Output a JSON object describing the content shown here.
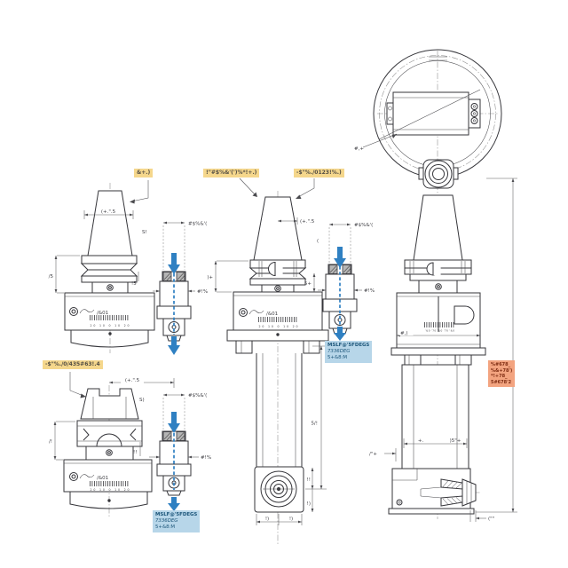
{
  "labels": {
    "view_a_callout": "&+.)",
    "view_b_callout_left": "!\"#$%&'(')%*!+.)",
    "view_b_callout_right": "-$\"%./0123!%.)",
    "view_d_callout": "-$\"%./0/435#63!.4",
    "detail_label": "#,+"
  },
  "notes": {
    "coolant": {
      "l1": "MSLF@'5FDEGS",
      "l2": "7336DEG",
      "l3": "5+&8:M"
    },
    "range": {
      "l1": "%#678_",
      "l2": "%&+78')",
      "l3": "*!+78_",
      "l4": "5#678'2"
    }
  },
  "dims": {
    "a_proj": "(+.\".5",
    "a_cart_w": "#$%&'(",
    "a_s": "S!",
    "a_left": "/5",
    "a_mid": "!5",
    "a_cart_d": "#!%",
    "b_proj": "(+.\".5",
    "b_cart_w": "#$%&'(",
    "b_small": "(",
    "b_left": ")+",
    "b_mid": "5+",
    "b_cart_d": "#!%",
    "b_len": "5/!",
    "b_block_top": "!!",
    "b_block_bot": "!)",
    "b_bot_l": "!)",
    "b_bot_r": "!)",
    "c_body_w": "#,)",
    "c_top": "+.",
    "c_top_r": ")5\"+",
    "c_left": "/\"+",
    "c_bot": "(\"\"",
    "d_proj": "(+.\".5",
    "d_cart_w": "#$%&'(",
    "d_s": "S)",
    "d_left": "/!",
    "d_mid": "!!",
    "d_cart_d": "#!%"
  },
  "logo": {
    "text": "/&01"
  },
  "scales": {
    "standard": "20 10 0 10 20",
    "c": "'&0 '70 '&0 '70 '&0"
  },
  "colors": {
    "highlight_yellow": "#f5d78c",
    "note_blue": "#b7d6e9",
    "note_salmon": "#f3a480",
    "arrow_blue": "#2f80c2",
    "line": "#35353a"
  }
}
